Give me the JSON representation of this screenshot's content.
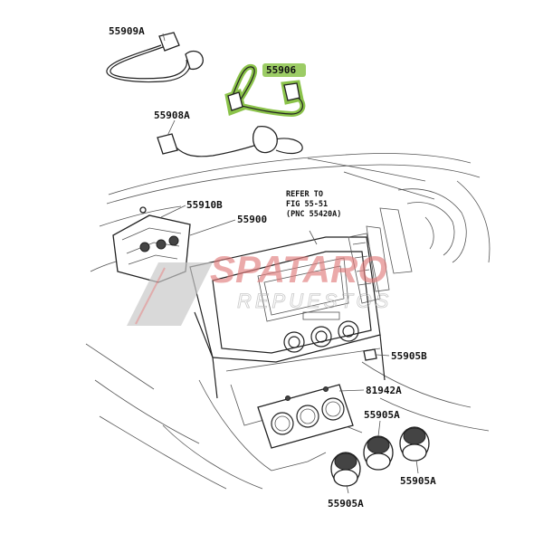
{
  "diagram": {
    "labels": {
      "p55909a": "55909A",
      "p55906": "55906",
      "p55908a": "55908A",
      "p55910b": "55910B",
      "p55900": "55900",
      "refer_line1": "REFER TO",
      "refer_line2": "FIG 55-51",
      "refer_line3": "(PNC 55420A)",
      "p55905b": "55905B",
      "p81942a": "81942A",
      "p55905a_top": "55905A",
      "p55905a_right": "55905A",
      "p55905a_bottom": "55905A"
    },
    "highlight_color": "#8bc34a"
  },
  "watermark": {
    "brand": "SPATARO",
    "tagline": "REPUESTOS",
    "brand_color": "#e07b7b",
    "shape_color": "#c8c8c8"
  }
}
